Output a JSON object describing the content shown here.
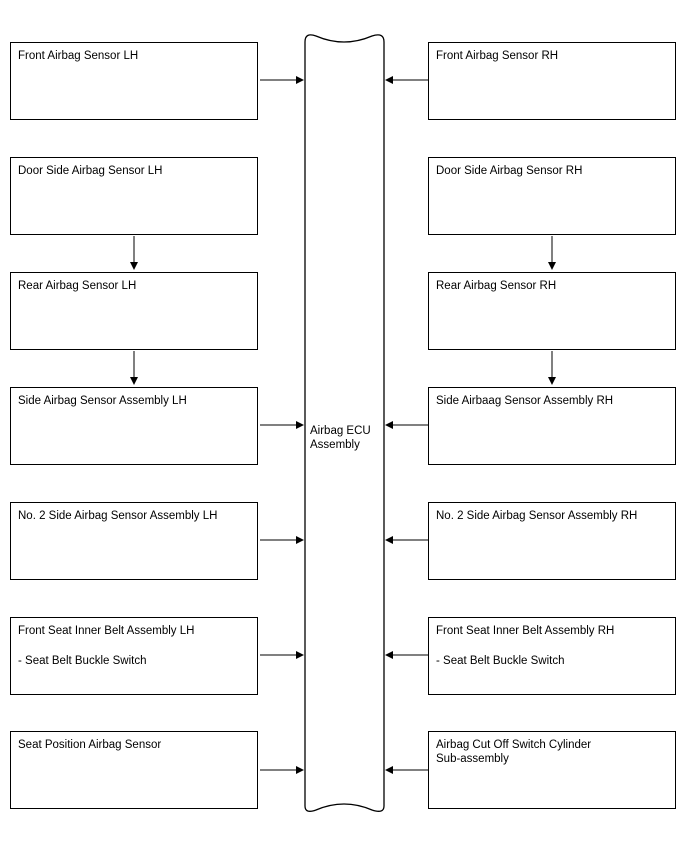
{
  "ecu": {
    "line1": "Airbag ECU",
    "line2": "Assembly"
  },
  "left": [
    {
      "label": "Front Airbag Sensor LH",
      "sub": ""
    },
    {
      "label": "Door Side Airbag Sensor LH",
      "sub": ""
    },
    {
      "label": "Rear Airbag Sensor LH",
      "sub": ""
    },
    {
      "label": "Side Airbag Sensor Assembly LH",
      "sub": ""
    },
    {
      "label": "No. 2 Side Airbag Sensor Assembly LH",
      "sub": ""
    },
    {
      "label": "Front Seat Inner Belt Assembly LH",
      "sub": "- Seat Belt Buckle Switch"
    },
    {
      "label": "Seat Position Airbag Sensor",
      "sub": ""
    }
  ],
  "right": [
    {
      "label": "Front Airbag Sensor RH",
      "sub": ""
    },
    {
      "label": "Door Side Airbag Sensor RH",
      "sub": ""
    },
    {
      "label": "Rear Airbag Sensor RH",
      "sub": ""
    },
    {
      "label": "Side Airbaag Sensor Assembly RH",
      "sub": ""
    },
    {
      "label": "No. 2 Side Airbag Sensor Assembly RH",
      "sub": ""
    },
    {
      "label": "Front Seat Inner Belt Assembly RH",
      "sub": "- Seat Belt Buckle Switch"
    },
    {
      "label": "Airbag Cut Off Switch Cylinder\nSub-assembly",
      "sub": ""
    }
  ]
}
